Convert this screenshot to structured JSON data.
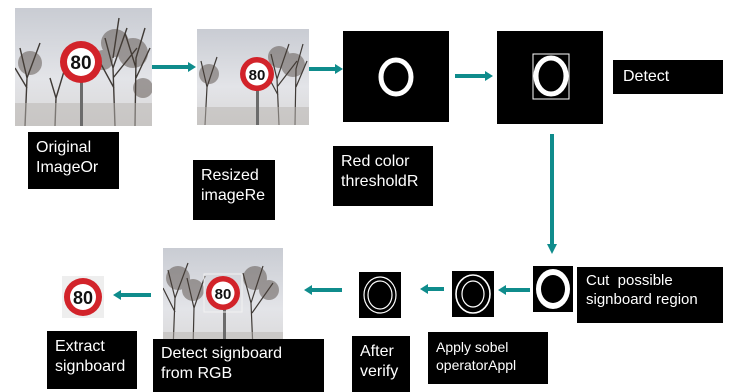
{
  "colors": {
    "arrow": "#0f8c8c",
    "sign_red": "#d2232a",
    "box_black": "#000000",
    "label_text": "#ffffff"
  },
  "sign_text": "80",
  "steps": {
    "original": {
      "label_lines": [
        "Original",
        "ImageOr"
      ]
    },
    "resized": {
      "label_lines": [
        "Resized",
        "imageRe"
      ]
    },
    "threshold": {
      "label_lines": [
        "Red color",
        "thresholdR"
      ]
    },
    "detect": {
      "label_lines": [
        "Detect"
      ]
    },
    "cut": {
      "label_lines": [
        "Cut  possible",
        "signboard region"
      ]
    },
    "sobel": {
      "label_lines": [
        "Apply sobel",
        "operatorAppl"
      ]
    },
    "verify": {
      "label_lines": [
        "After",
        "verify"
      ]
    },
    "detect_rgb": {
      "label_lines": [
        "Detect signboard",
        "from RGB"
      ]
    },
    "extract": {
      "label_lines": [
        "Extract",
        "signboard"
      ]
    }
  },
  "icons": {
    "arrow": "arrow-right-icon",
    "tree": "tree-icon",
    "sign": "speed-limit-sign-icon"
  }
}
